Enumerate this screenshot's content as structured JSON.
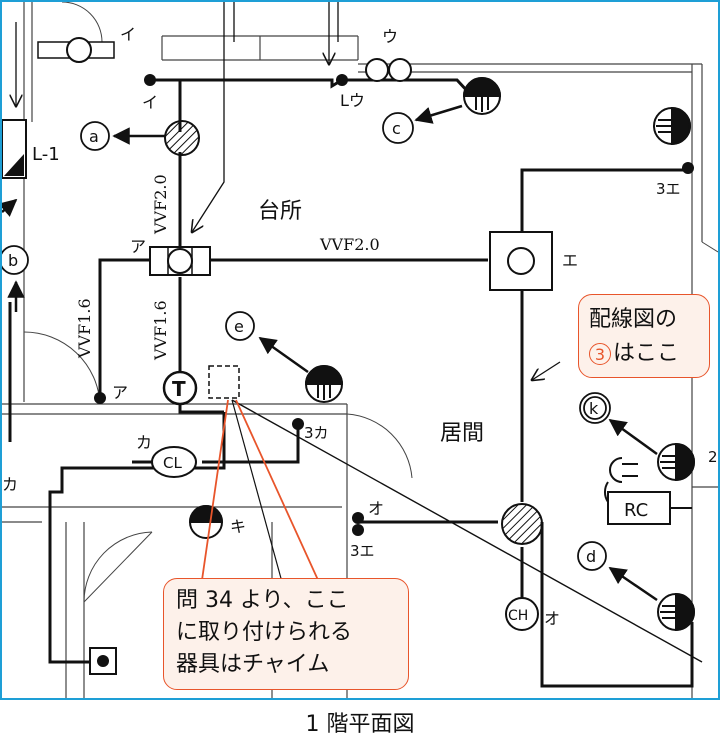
{
  "caption": "1 階平面図",
  "labels": {
    "room_kitchen": "台所",
    "room_living": "居間",
    "vvf_kitchen_vertical": "VVF2.0",
    "vvf_kitchen_horizontal": "VVF2.0",
    "vvf_left": "VVF1.6",
    "vvf_mid": "VVF1.6",
    "l1": "L-1",
    "sw_i": "イ",
    "sw_lu": "Lウ",
    "fix_u": "ウ",
    "fix_i": "イ",
    "box_a": "ア",
    "a_lower": "ア",
    "e_kana": "エ",
    "three_e_top": "3エ",
    "three_e_bottom": "3エ",
    "ka": "カ",
    "ka_left": "カ",
    "three_ka": "3カ",
    "cl": "CL",
    "ki": "キ",
    "o_top": "オ",
    "o_bottom": "オ",
    "ch": "CH",
    "t": "T",
    "rc": "RC",
    "edge_2": "2",
    "circ_a": "a",
    "circ_b": "b",
    "circ_c": "c",
    "circ_d": "d",
    "circ_e": "e",
    "circ_k": "k"
  },
  "note_right": {
    "line1": "配線図の",
    "num": "③",
    "line2": "はここ"
  },
  "note_bottom": {
    "line1": "問 34 より、ここ",
    "line2": "に取り付けられる",
    "line3": "器具はチャイム"
  },
  "colors": {
    "frame": "#1e9fd6",
    "accent": "#e8552b",
    "note_bg": "#fdf1ea",
    "ink": "#111111"
  }
}
